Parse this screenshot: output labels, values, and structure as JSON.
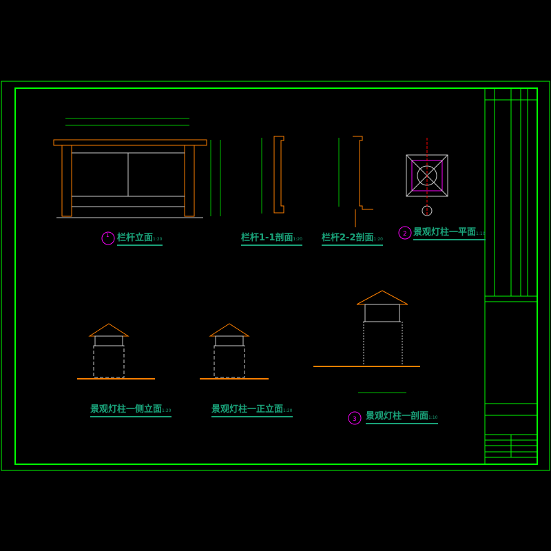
{
  "drawing_titles": [
    {
      "title": "栏杆立面",
      "scale": "1:20",
      "marker": "1"
    },
    {
      "title": "栏杆1-1剖面",
      "scale": "1:20"
    },
    {
      "title": "栏杆2-2剖面",
      "scale": "1:20"
    },
    {
      "title": "景观灯柱一平面",
      "scale": "1:10",
      "marker": "2"
    },
    {
      "title": "景观灯柱一侧立面",
      "scale": "1:20"
    },
    {
      "title": "景观灯柱一正立面",
      "scale": "1:20"
    },
    {
      "title": "景观灯柱一剖面",
      "scale": "1:10",
      "marker": "3"
    }
  ],
  "colors": {
    "frame": "#00ff00",
    "title": "#1aa37a",
    "wood": "#ff8000",
    "dim": "#00c000",
    "marker": "#ff00ff",
    "annot": "#ff0000"
  }
}
